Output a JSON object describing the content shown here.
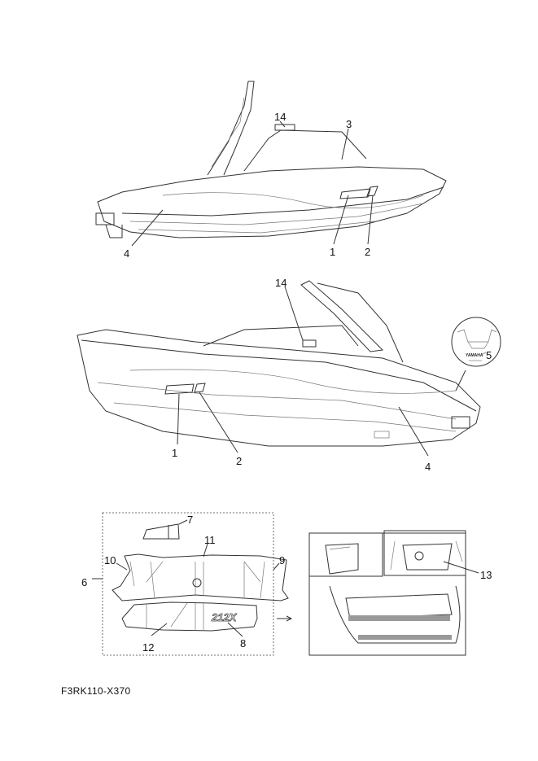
{
  "diagram_code": "F3RK110-X370",
  "colors": {
    "line": "#333333",
    "background": "#ffffff"
  },
  "top_view": {
    "callouts": [
      "14",
      "3",
      "4",
      "1",
      "2"
    ]
  },
  "middle_view": {
    "callouts": [
      "14",
      "5",
      "1",
      "2",
      "4"
    ],
    "detail_label_text": "YAMAHA"
  },
  "decal_set": {
    "callouts": [
      "7",
      "11",
      "10",
      "9",
      "6",
      "12",
      "8"
    ],
    "logo_text": "212X"
  },
  "interior_view": {
    "callouts": [
      "13"
    ]
  }
}
